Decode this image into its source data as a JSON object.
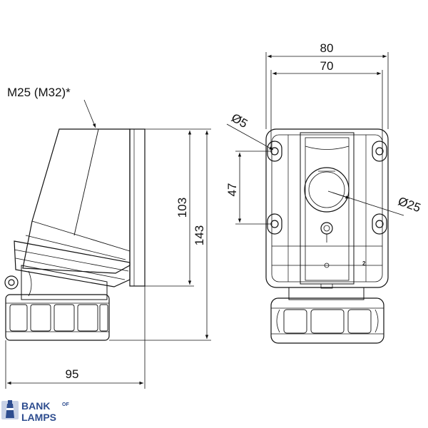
{
  "labels": {
    "cable_gland": "M25 (M32)*",
    "width_outer": "80",
    "width_inner": "70",
    "hole_dia": "Ø5",
    "hole_spacing": "47",
    "entry_dia": "Ø25",
    "height_body": "103",
    "height_total": "143",
    "depth": "95",
    "marking": "2"
  },
  "logo": {
    "line1": "BANK",
    "of": "OF",
    "line2": "LAMPS"
  },
  "colors": {
    "line": "#111111",
    "brand": "#2e4d8f"
  }
}
